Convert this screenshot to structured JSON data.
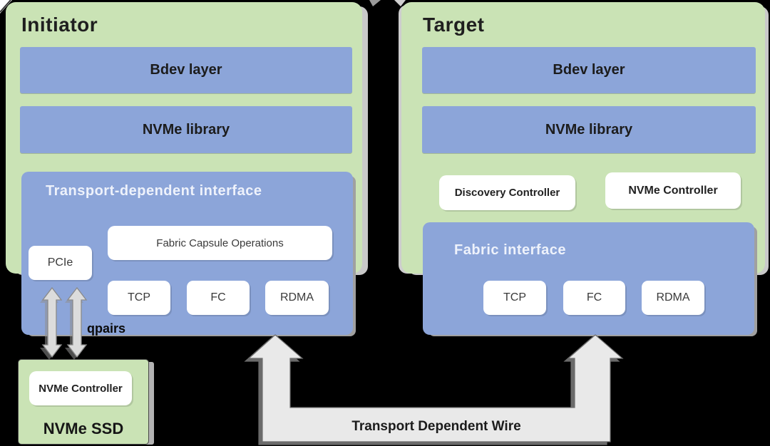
{
  "colors": {
    "background": "#000000",
    "green_box": "#CAE3B5",
    "blue_box": "#8CA5D9",
    "chip_bg": "#FFFFFF",
    "wire_arrow_fill": "#E9E9E9",
    "qpair_arrow_fill": "#DCDCDC",
    "panel_title_text": "#EEF2FB",
    "dark_text": "#1C1C1C"
  },
  "initiator": {
    "title": "Initiator",
    "layers": [
      "Bdev layer",
      "NVMe library"
    ],
    "transport": {
      "title": "Transport-dependent interface",
      "capsule": "Fabric Capsule Operations",
      "pcie": "PCIe",
      "chips": [
        "TCP",
        "FC",
        "RDMA"
      ]
    },
    "qpairs_label": "qpairs"
  },
  "nvme_ssd": {
    "controller": "NVMe Controller",
    "title": "NVMe SSD"
  },
  "target": {
    "title": "Target",
    "layers": [
      "Bdev layer",
      "NVMe library"
    ],
    "controllers": [
      "Discovery Controller",
      "NVMe Controller"
    ],
    "fabric": {
      "title": "Fabric interface",
      "chips": [
        "TCP",
        "FC",
        "RDMA"
      ]
    }
  },
  "wire": {
    "label": "Transport Dependent Wire"
  }
}
